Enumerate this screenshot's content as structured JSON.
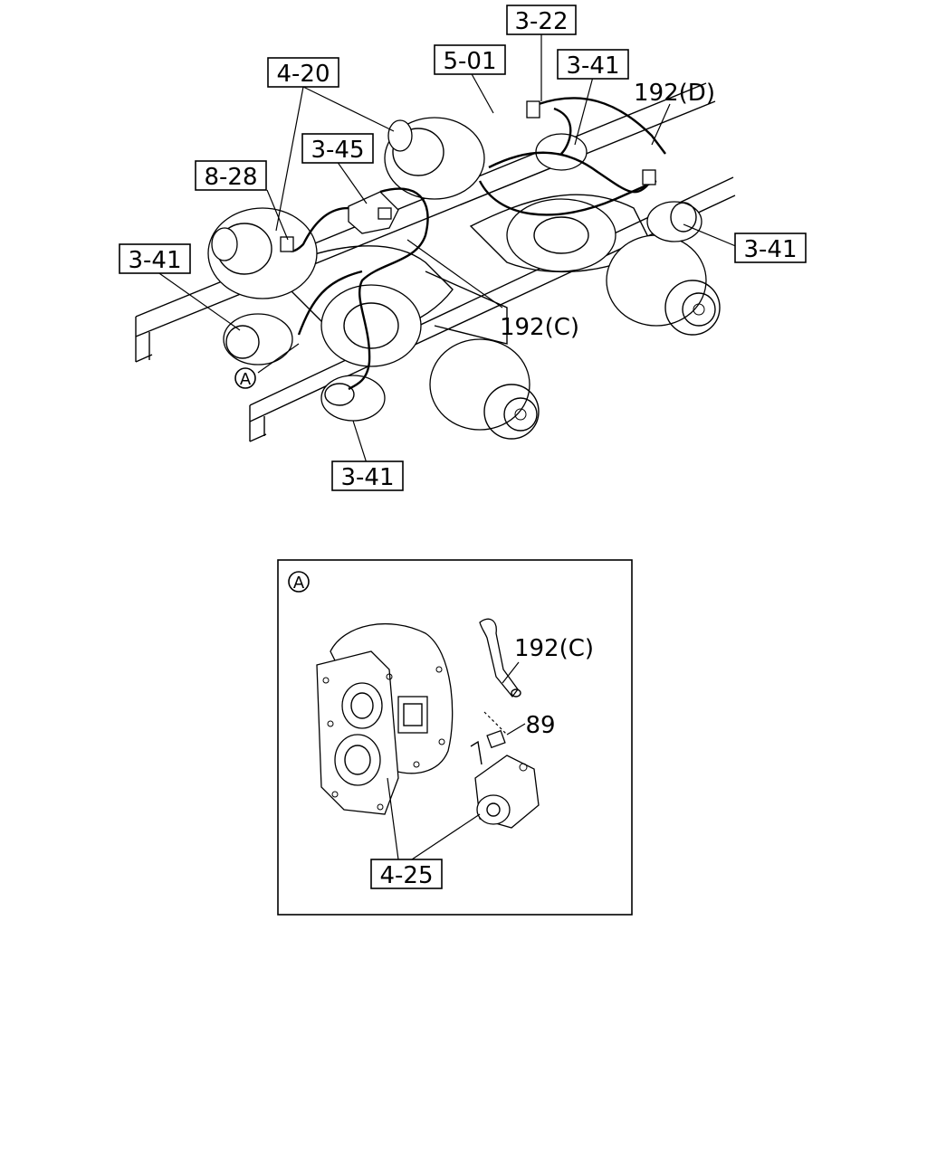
{
  "labels": {
    "l_3_22": "3-22",
    "l_5_01": "5-01",
    "l_3_41_top": "3-41",
    "l_4_20": "4-20",
    "l_192d": "192(D)",
    "l_3_45": "3-45",
    "l_8_28": "8-28",
    "l_3_41_right": "3-41",
    "l_3_41_left": "3-41",
    "l_192c": "192(C)",
    "l_a_marker": "A",
    "l_3_41_bottom": "3-41"
  },
  "detail": {
    "marker": "A",
    "l_192c": "192(C)",
    "l_89": "89",
    "l_4_25": "4-25"
  }
}
